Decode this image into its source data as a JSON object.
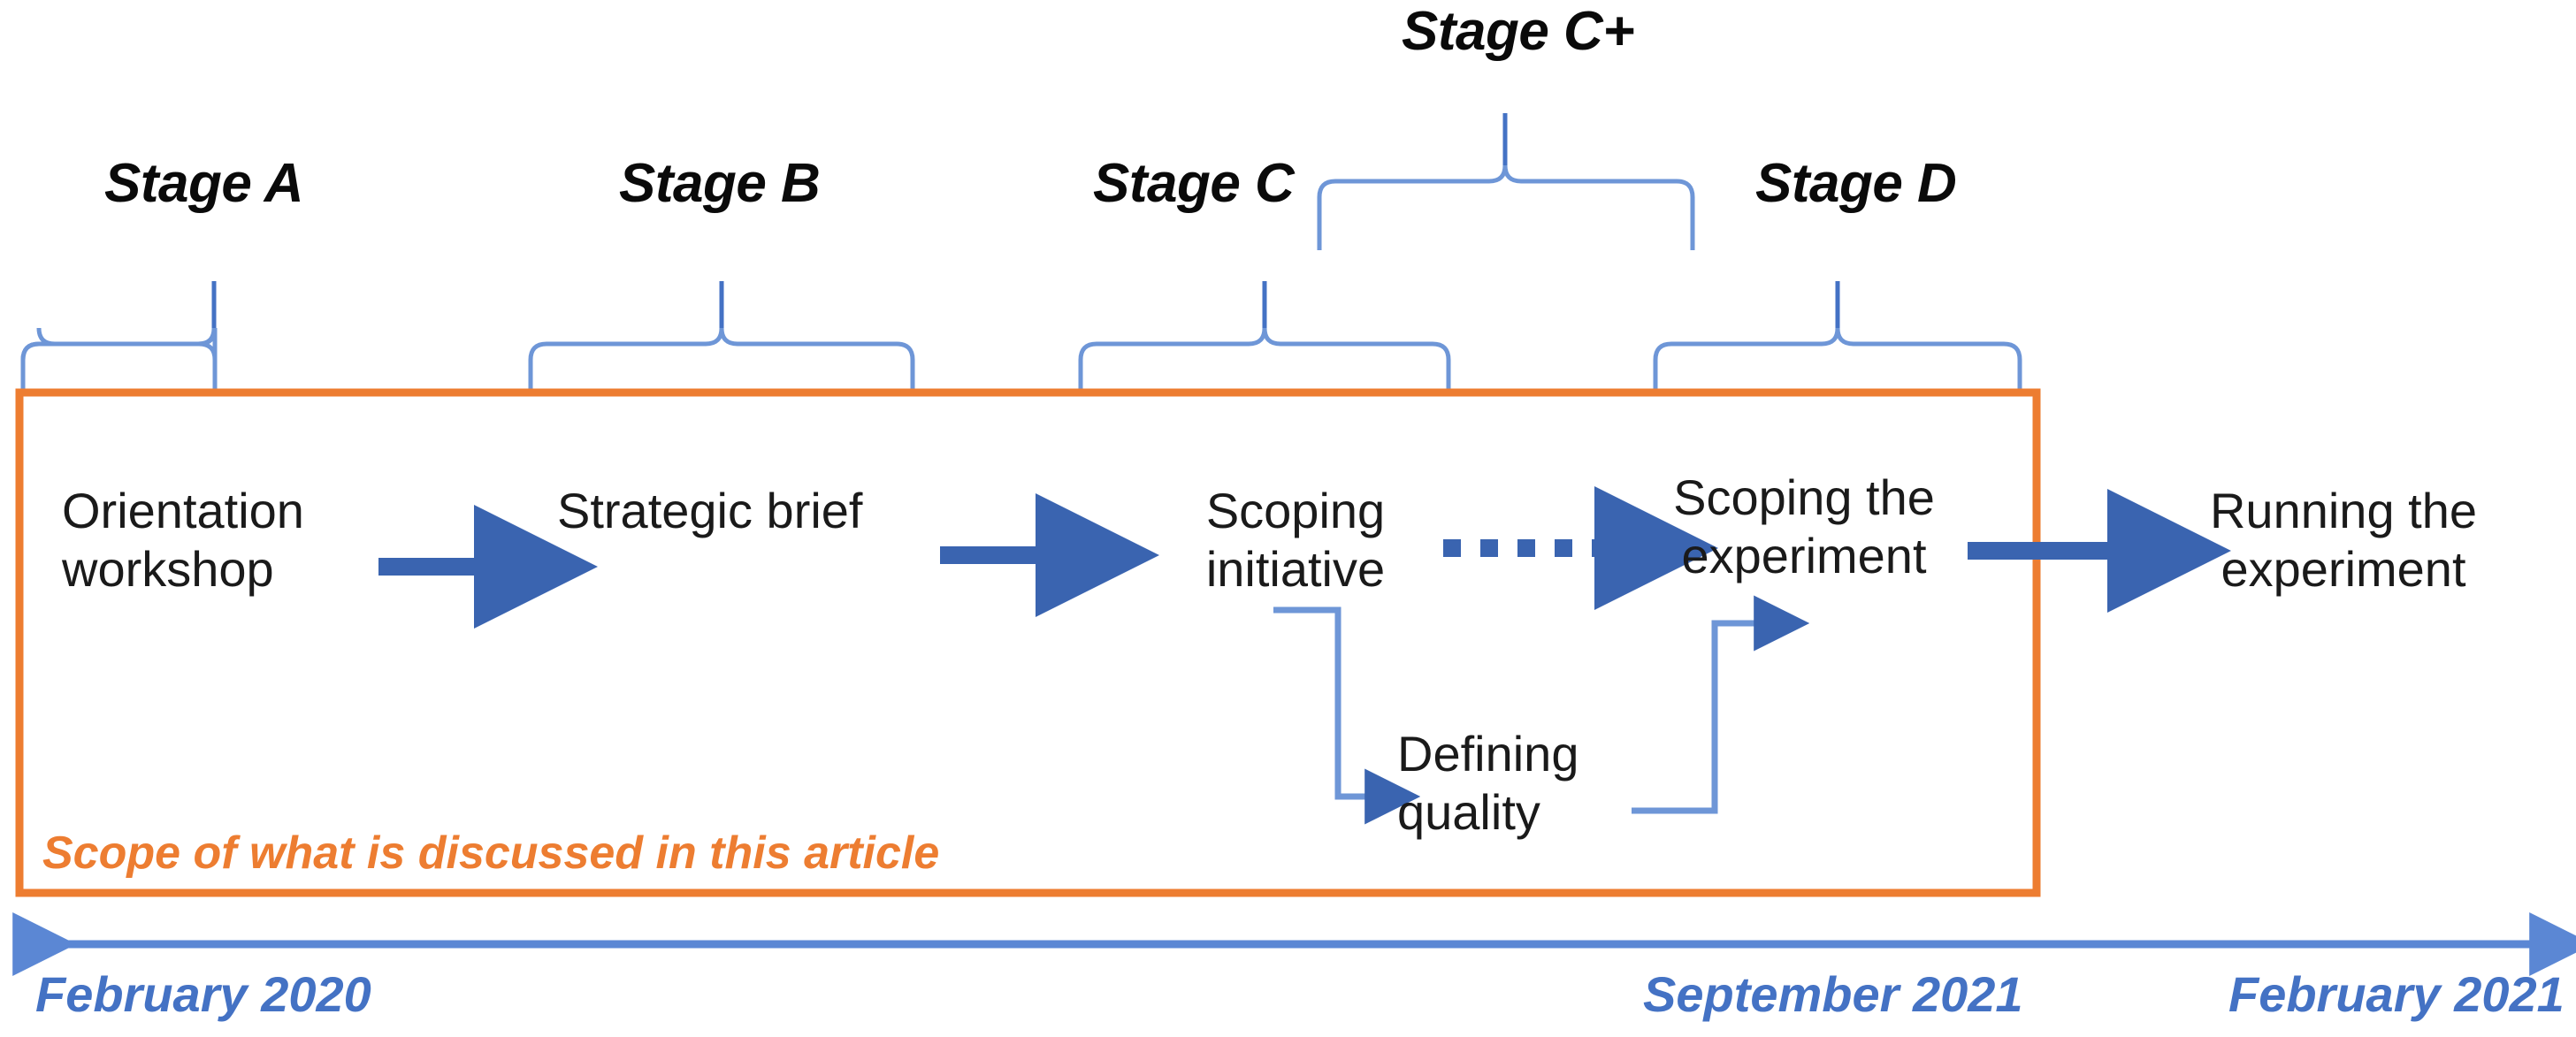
{
  "colors": {
    "brace_blue": "#6E96D7",
    "arrow_blue": "#3A64B0",
    "connector_blue": "#6E96D7",
    "scope_orange": "#ED7D31",
    "timeline_blue": "#5B87D4",
    "text_black": "#1a1a1a"
  },
  "stages": [
    {
      "label": "Stage A"
    },
    {
      "label": "Stage B"
    },
    {
      "label": "Stage C"
    },
    {
      "label": "Stage C+"
    },
    {
      "label": "Stage D"
    }
  ],
  "nodes": [
    {
      "label": "Orientation\nworkshop"
    },
    {
      "label": "Strategic brief"
    },
    {
      "label": "Scoping\ninitiative"
    },
    {
      "label": "Scoping the\nexperiment"
    },
    {
      "label": "Running the\nexperiment"
    },
    {
      "label": "Defining\nquality"
    }
  ],
  "scope": {
    "caption": "Scope of what is discussed in this article"
  },
  "timeline": {
    "start_label": "February 2020",
    "mid_label": "September 2021",
    "end_label": "February 2021"
  },
  "arrows": {
    "orientation_to_brief": "solid",
    "brief_to_scoping": "solid",
    "scoping_to_experiment": "dotted",
    "experiment_to_running": "solid",
    "scoping_to_quality": "elbow",
    "quality_to_experiment": "elbow"
  }
}
